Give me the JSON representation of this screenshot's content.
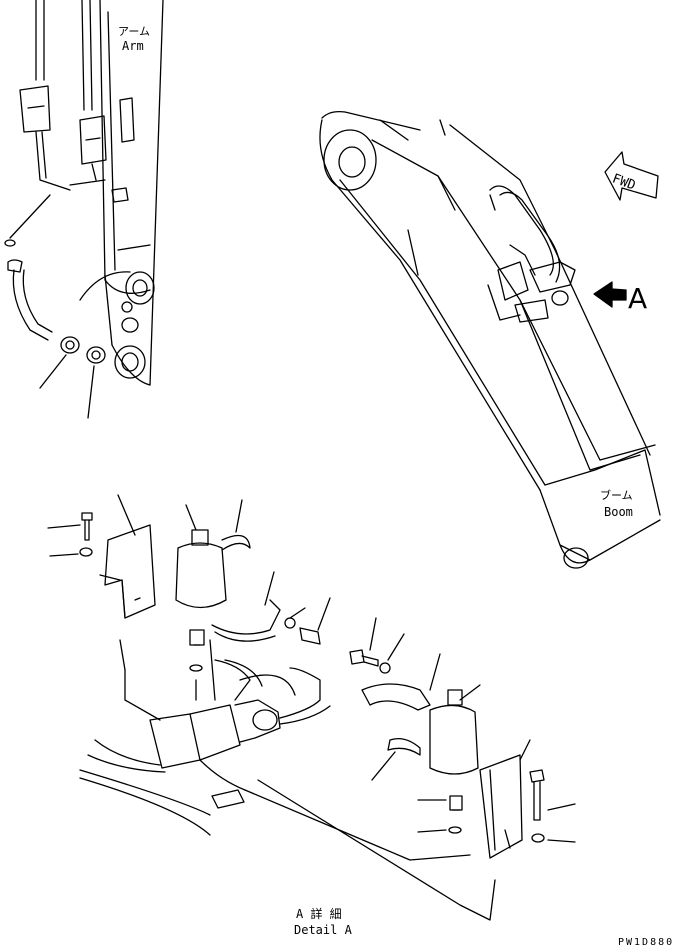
{
  "labels": {
    "arm_jp": "アーム",
    "arm_en": "Arm",
    "boom_jp": "ブーム",
    "boom_en": "Boom",
    "fwd": "FWD",
    "view_a": "A",
    "detail_jp": "A 詳 細",
    "detail_en": "Detail A",
    "drawing_no": "PW1D880"
  }
}
